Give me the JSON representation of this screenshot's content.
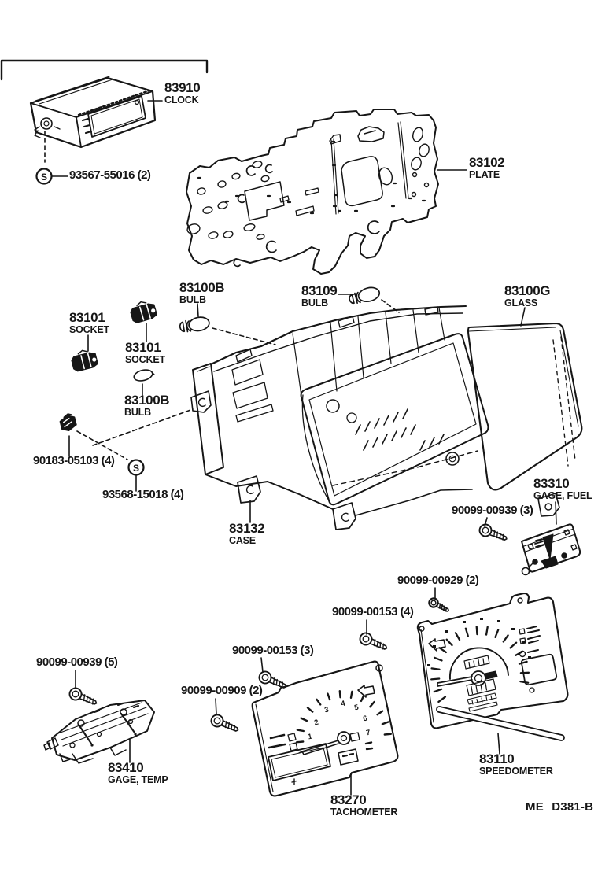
{
  "diagram": {
    "footer_code": "ME D381-B",
    "screw_symbol": "S",
    "colors": {
      "ink": "#161616",
      "paper": "#ffffff"
    },
    "tachometer_scale": [
      "1",
      "2",
      "3",
      "4",
      "5",
      "6",
      "7"
    ],
    "parts": [
      {
        "part_no": "83910",
        "name": "CLOCK"
      },
      {
        "part_no": "93567-55016 (2)",
        "name": ""
      },
      {
        "part_no": "83102",
        "name": "PLATE"
      },
      {
        "part_no": "83100B",
        "name": "BULB"
      },
      {
        "part_no": "83109",
        "name": "BULB"
      },
      {
        "part_no": "83100G",
        "name": "GLASS"
      },
      {
        "part_no": "83101",
        "name": "SOCKET"
      },
      {
        "part_no": "83101",
        "name": "SOCKET"
      },
      {
        "part_no": "83100B",
        "name": "BULB"
      },
      {
        "part_no": "90183-05103 (4)",
        "name": ""
      },
      {
        "part_no": "93568-15018 (4)",
        "name": ""
      },
      {
        "part_no": "83132",
        "name": "CASE"
      },
      {
        "part_no": "83310",
        "name": "GAGE, FUEL"
      },
      {
        "part_no": "90099-00939 (3)",
        "name": ""
      },
      {
        "part_no": "90099-00929 (2)",
        "name": ""
      },
      {
        "part_no": "90099-00153 (4)",
        "name": ""
      },
      {
        "part_no": "90099-00153 (3)",
        "name": ""
      },
      {
        "part_no": "90099-00909 (2)",
        "name": ""
      },
      {
        "part_no": "90099-00939 (5)",
        "name": ""
      },
      {
        "part_no": "83410",
        "name": "GAGE, TEMP"
      },
      {
        "part_no": "83270",
        "name": "TACHOMETER"
      },
      {
        "part_no": "83110",
        "name": "SPEEDOMETER"
      }
    ]
  }
}
